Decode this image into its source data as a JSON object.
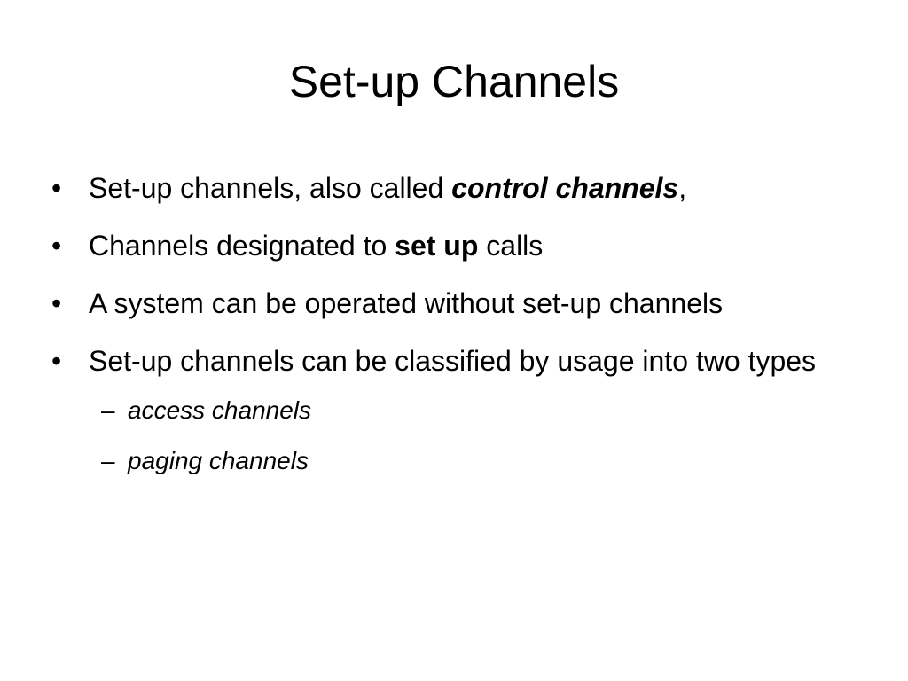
{
  "slide": {
    "title": "Set-up Channels",
    "bullets": [
      {
        "marker": "•",
        "parts": [
          "Set-up channels, also called ",
          "control channels",
          ","
        ]
      },
      {
        "marker": "•",
        "parts": [
          "Channels designated to ",
          "set up",
          " calls"
        ]
      },
      {
        "marker": "•",
        "text": "A system can be operated without set-up channels"
      },
      {
        "marker": "•",
        "text": "Set-up channels can be classified by usage into two types",
        "sub_items": [
          {
            "marker": "–",
            "text": "access channels"
          },
          {
            "marker": "–",
            "text": "paging channels"
          }
        ]
      }
    ]
  }
}
